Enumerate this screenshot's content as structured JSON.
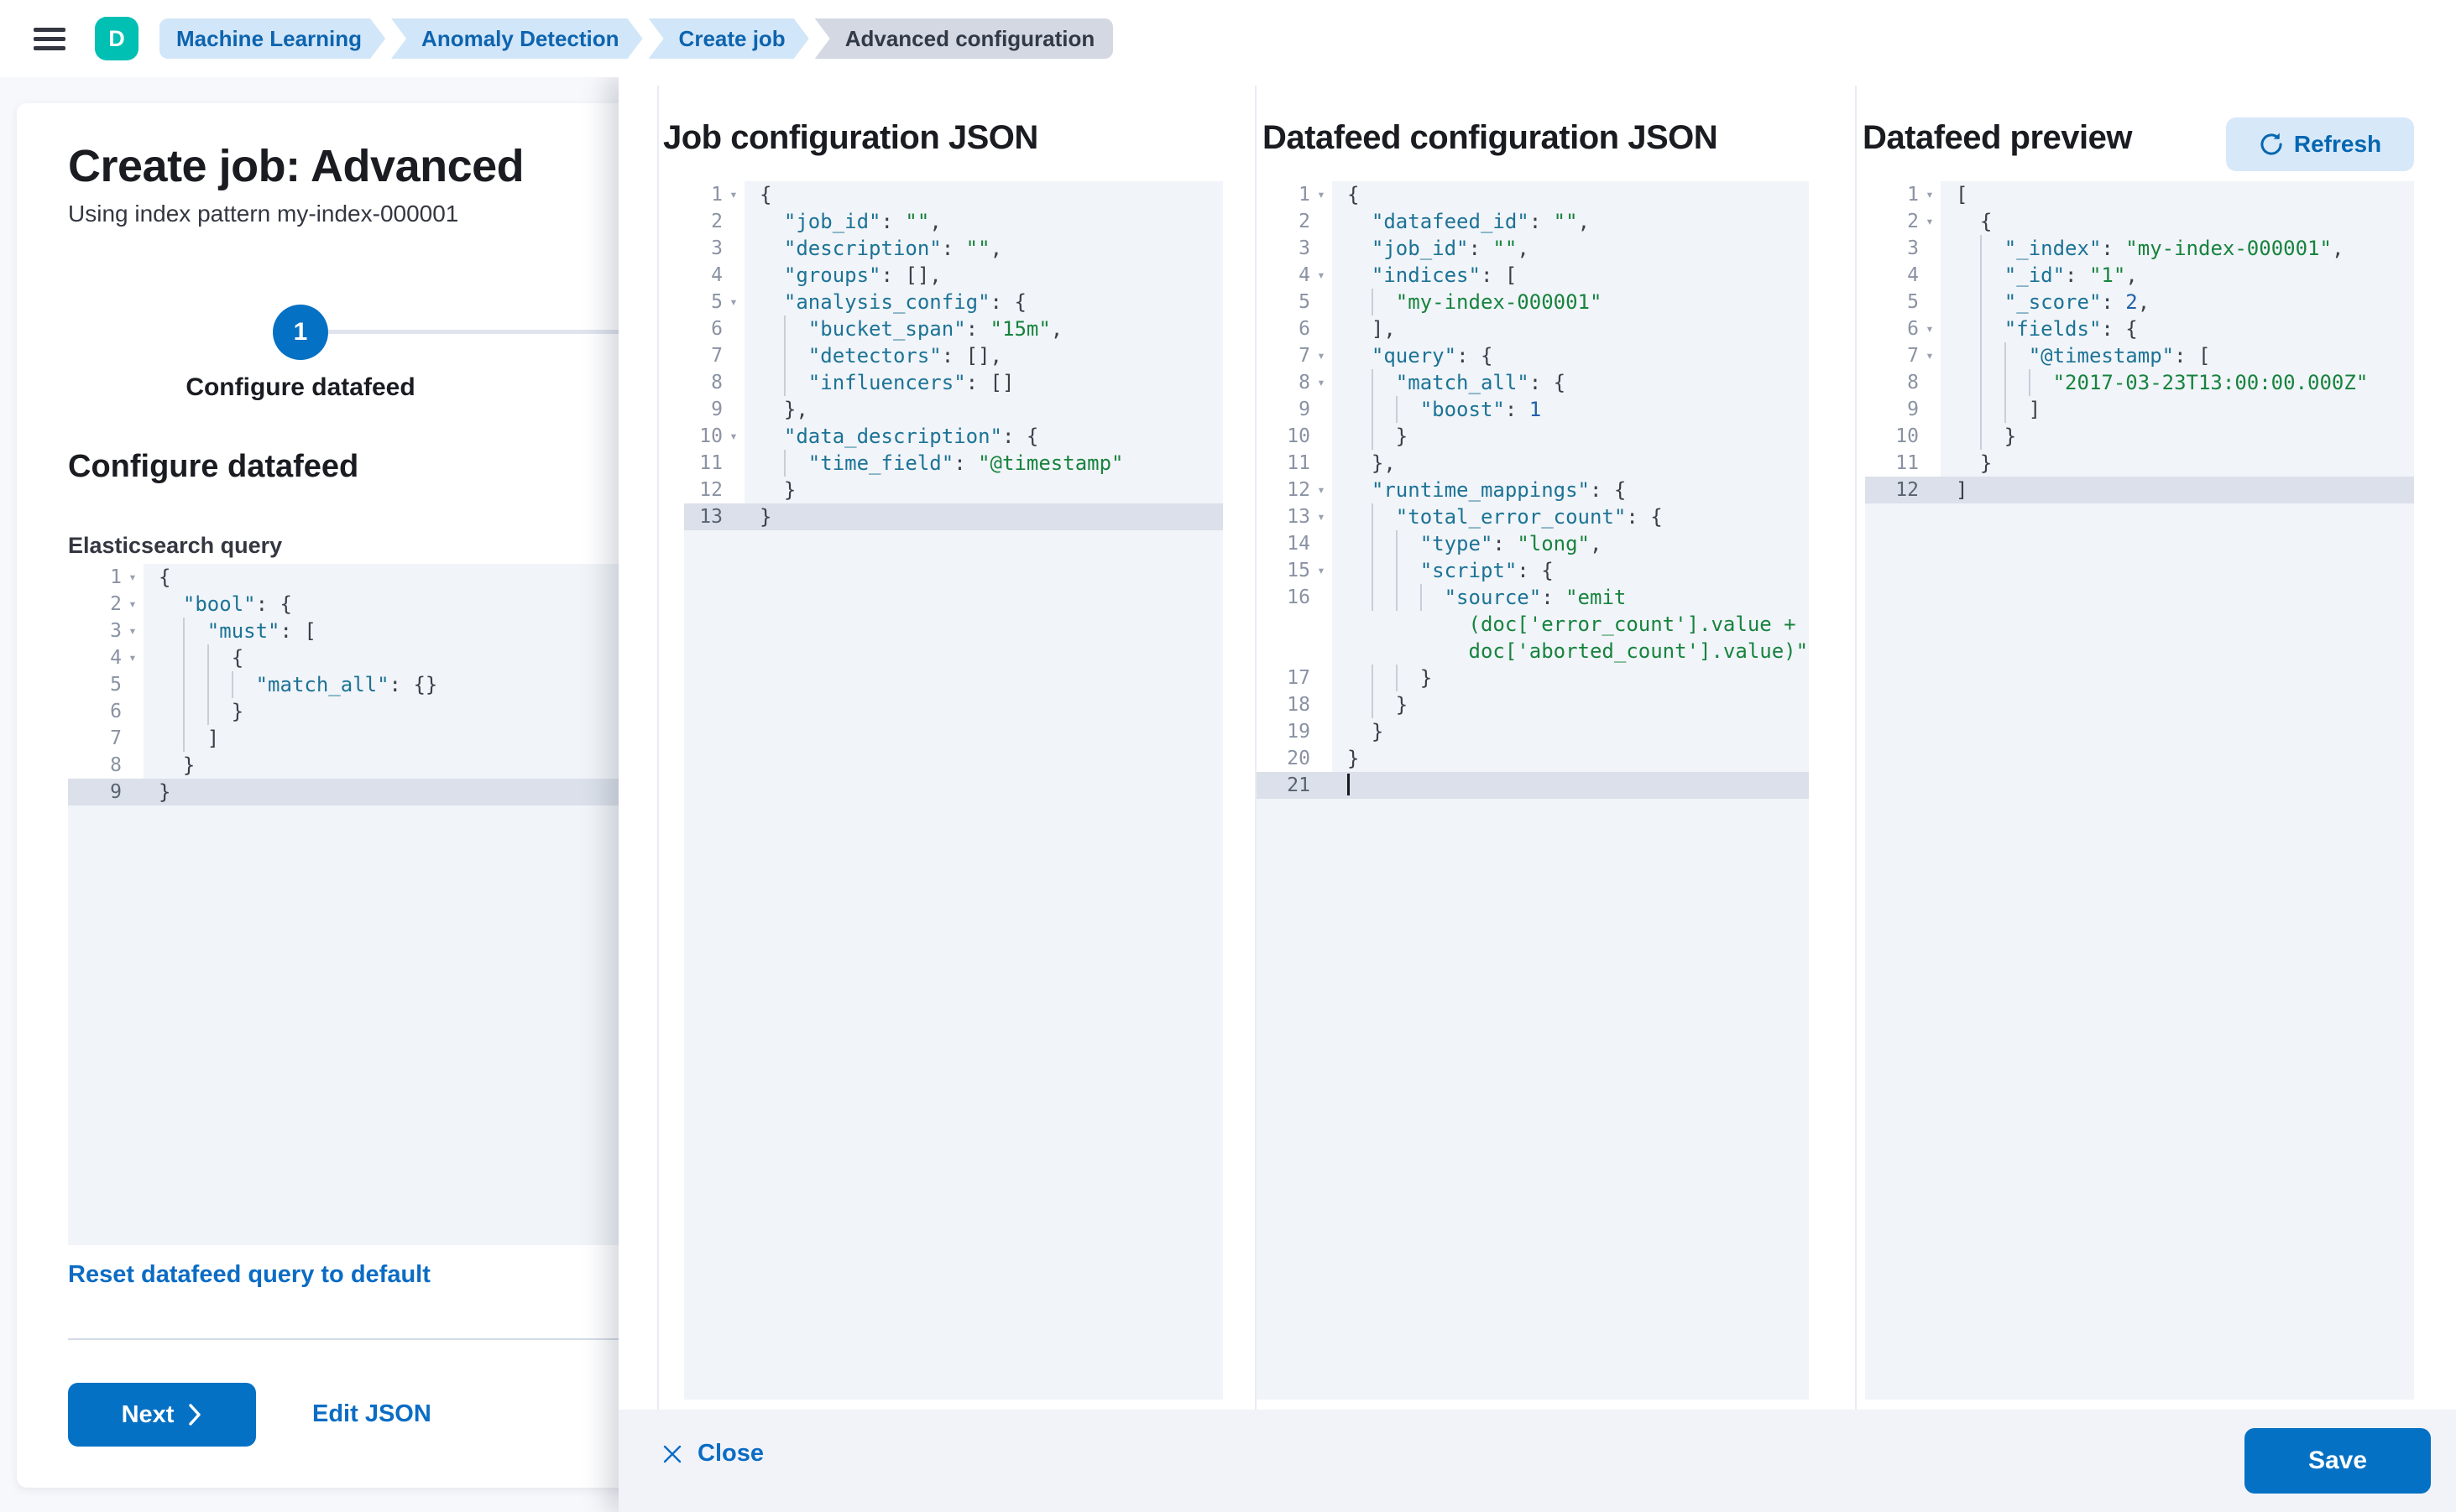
{
  "topbar": {
    "breadcrumbs": [
      {
        "label": "Machine Learning",
        "current": false
      },
      {
        "label": "Anomaly Detection",
        "current": false
      },
      {
        "label": "Create job",
        "current": false
      },
      {
        "label": "Advanced configuration",
        "current": true
      }
    ],
    "avatar_initial": "D"
  },
  "page": {
    "title": "Create job: Advanced",
    "subtitle": "Using index pattern my-index-000001",
    "step_number": "1",
    "step_label": "Configure datafeed",
    "section_heading": "Configure datafeed",
    "query_label": "Elasticsearch query",
    "reset_link": "Reset datafeed query to default",
    "next_label": "Next",
    "edit_json_label": "Edit JSON"
  },
  "flyout": {
    "panels": [
      {
        "heading": "Job configuration JSON"
      },
      {
        "heading": "Datafeed configuration JSON"
      },
      {
        "heading": "Datafeed preview",
        "refresh_label": "Refresh"
      }
    ],
    "close_label": "Close",
    "save_label": "Save"
  },
  "icons": {
    "fold": "▾",
    "menu": "hamburger-menu",
    "close": "✕",
    "refresh": "↻",
    "next_chevron": "›"
  },
  "colors": {
    "primary": "#0571c4",
    "link": "#0b6cc4",
    "avatar": "#00BFB3",
    "crumb_bg": "#d2e6f9",
    "crumb_current_bg": "#d3d8e2",
    "editor_bg": "#f1f4f8",
    "active_line": "#dbe0ea",
    "json_key": "#1c7396",
    "json_string": "#17833e",
    "json_number": "#2061a8"
  },
  "editors": {
    "query": {
      "rows": [
        {
          "n": "1",
          "fold": true,
          "active": false,
          "g": 0,
          "tokens": [
            [
              "p",
              "{"
            ]
          ]
        },
        {
          "n": "2",
          "fold": true,
          "active": false,
          "g": 0,
          "tokens": [
            [
              "p",
              "  "
            ],
            [
              "k",
              "\"bool\""
            ],
            [
              "p",
              ": {"
            ]
          ]
        },
        {
          "n": "3",
          "fold": true,
          "active": false,
          "g": 1,
          "tokens": [
            [
              "p",
              "    "
            ],
            [
              "k",
              "\"must\""
            ],
            [
              "p",
              ": ["
            ]
          ]
        },
        {
          "n": "4",
          "fold": true,
          "active": false,
          "g": 2,
          "tokens": [
            [
              "p",
              "      {"
            ]
          ]
        },
        {
          "n": "5",
          "fold": false,
          "active": false,
          "g": 3,
          "tokens": [
            [
              "p",
              "        "
            ],
            [
              "k",
              "\"match_all\""
            ],
            [
              "p",
              ": {}"
            ]
          ]
        },
        {
          "n": "6",
          "fold": false,
          "active": false,
          "g": 2,
          "tokens": [
            [
              "p",
              "      }"
            ]
          ]
        },
        {
          "n": "7",
          "fold": false,
          "active": false,
          "g": 1,
          "tokens": [
            [
              "p",
              "    ]"
            ]
          ]
        },
        {
          "n": "8",
          "fold": false,
          "active": false,
          "g": 0,
          "tokens": [
            [
              "p",
              "  }"
            ]
          ]
        },
        {
          "n": "9",
          "fold": false,
          "active": true,
          "g": 0,
          "tokens": [
            [
              "p",
              "}"
            ]
          ]
        }
      ]
    },
    "job": {
      "rows": [
        {
          "n": "1",
          "fold": true,
          "active": false,
          "g": 0,
          "tokens": [
            [
              "p",
              "{"
            ]
          ]
        },
        {
          "n": "2",
          "fold": false,
          "active": false,
          "g": 0,
          "tokens": [
            [
              "p",
              "  "
            ],
            [
              "k",
              "\"job_id\""
            ],
            [
              "p",
              ": "
            ],
            [
              "s",
              "\"\""
            ],
            [
              "p",
              ","
            ]
          ]
        },
        {
          "n": "3",
          "fold": false,
          "active": false,
          "g": 0,
          "tokens": [
            [
              "p",
              "  "
            ],
            [
              "k",
              "\"description\""
            ],
            [
              "p",
              ": "
            ],
            [
              "s",
              "\"\""
            ],
            [
              "p",
              ","
            ]
          ]
        },
        {
          "n": "4",
          "fold": false,
          "active": false,
          "g": 0,
          "tokens": [
            [
              "p",
              "  "
            ],
            [
              "k",
              "\"groups\""
            ],
            [
              "p",
              ": [],"
            ]
          ]
        },
        {
          "n": "5",
          "fold": true,
          "active": false,
          "g": 0,
          "tokens": [
            [
              "p",
              "  "
            ],
            [
              "k",
              "\"analysis_config\""
            ],
            [
              "p",
              ": {"
            ]
          ]
        },
        {
          "n": "6",
          "fold": false,
          "active": false,
          "g": 1,
          "tokens": [
            [
              "p",
              "    "
            ],
            [
              "k",
              "\"bucket_span\""
            ],
            [
              "p",
              ": "
            ],
            [
              "s",
              "\"15m\""
            ],
            [
              "p",
              ","
            ]
          ]
        },
        {
          "n": "7",
          "fold": false,
          "active": false,
          "g": 1,
          "tokens": [
            [
              "p",
              "    "
            ],
            [
              "k",
              "\"detectors\""
            ],
            [
              "p",
              ": [],"
            ]
          ]
        },
        {
          "n": "8",
          "fold": false,
          "active": false,
          "g": 1,
          "tokens": [
            [
              "p",
              "    "
            ],
            [
              "k",
              "\"influencers\""
            ],
            [
              "p",
              ": []"
            ]
          ]
        },
        {
          "n": "9",
          "fold": false,
          "active": false,
          "g": 0,
          "tokens": [
            [
              "p",
              "  },"
            ]
          ]
        },
        {
          "n": "10",
          "fold": true,
          "active": false,
          "g": 0,
          "tokens": [
            [
              "p",
              "  "
            ],
            [
              "k",
              "\"data_description\""
            ],
            [
              "p",
              ": {"
            ]
          ]
        },
        {
          "n": "11",
          "fold": false,
          "active": false,
          "g": 1,
          "tokens": [
            [
              "p",
              "    "
            ],
            [
              "k",
              "\"time_field\""
            ],
            [
              "p",
              ": "
            ],
            [
              "s",
              "\"@timestamp\""
            ]
          ]
        },
        {
          "n": "12",
          "fold": false,
          "active": false,
          "g": 0,
          "tokens": [
            [
              "p",
              "  }"
            ]
          ]
        },
        {
          "n": "13",
          "fold": false,
          "active": true,
          "g": 0,
          "tokens": [
            [
              "p",
              "}"
            ]
          ]
        }
      ]
    },
    "datafeed": {
      "rows": [
        {
          "n": "1",
          "fold": true,
          "active": false,
          "g": 0,
          "tokens": [
            [
              "p",
              "{"
            ]
          ]
        },
        {
          "n": "2",
          "fold": false,
          "active": false,
          "g": 0,
          "tokens": [
            [
              "p",
              "  "
            ],
            [
              "k",
              "\"datafeed_id\""
            ],
            [
              "p",
              ": "
            ],
            [
              "s",
              "\"\""
            ],
            [
              "p",
              ","
            ]
          ]
        },
        {
          "n": "3",
          "fold": false,
          "active": false,
          "g": 0,
          "tokens": [
            [
              "p",
              "  "
            ],
            [
              "k",
              "\"job_id\""
            ],
            [
              "p",
              ": "
            ],
            [
              "s",
              "\"\""
            ],
            [
              "p",
              ","
            ]
          ]
        },
        {
          "n": "4",
          "fold": true,
          "active": false,
          "g": 0,
          "tokens": [
            [
              "p",
              "  "
            ],
            [
              "k",
              "\"indices\""
            ],
            [
              "p",
              ": ["
            ]
          ]
        },
        {
          "n": "5",
          "fold": false,
          "active": false,
          "g": 1,
          "tokens": [
            [
              "p",
              "    "
            ],
            [
              "s",
              "\"my-index-000001\""
            ]
          ]
        },
        {
          "n": "6",
          "fold": false,
          "active": false,
          "g": 0,
          "tokens": [
            [
              "p",
              "  ],"
            ]
          ]
        },
        {
          "n": "7",
          "fold": true,
          "active": false,
          "g": 0,
          "tokens": [
            [
              "p",
              "  "
            ],
            [
              "k",
              "\"query\""
            ],
            [
              "p",
              ": {"
            ]
          ]
        },
        {
          "n": "8",
          "fold": true,
          "active": false,
          "g": 1,
          "tokens": [
            [
              "p",
              "    "
            ],
            [
              "k",
              "\"match_all\""
            ],
            [
              "p",
              ": {"
            ]
          ]
        },
        {
          "n": "9",
          "fold": false,
          "active": false,
          "g": 2,
          "tokens": [
            [
              "p",
              "      "
            ],
            [
              "k",
              "\"boost\""
            ],
            [
              "p",
              ": "
            ],
            [
              "n",
              "1"
            ]
          ]
        },
        {
          "n": "10",
          "fold": false,
          "active": false,
          "g": 1,
          "tokens": [
            [
              "p",
              "    }"
            ]
          ]
        },
        {
          "n": "11",
          "fold": false,
          "active": false,
          "g": 0,
          "tokens": [
            [
              "p",
              "  },"
            ]
          ]
        },
        {
          "n": "12",
          "fold": true,
          "active": false,
          "g": 0,
          "tokens": [
            [
              "p",
              "  "
            ],
            [
              "k",
              "\"runtime_mappings\""
            ],
            [
              "p",
              ": {"
            ]
          ]
        },
        {
          "n": "13",
          "fold": true,
          "active": false,
          "g": 1,
          "tokens": [
            [
              "p",
              "    "
            ],
            [
              "k",
              "\"total_error_count\""
            ],
            [
              "p",
              ": {"
            ]
          ]
        },
        {
          "n": "14",
          "fold": false,
          "active": false,
          "g": 2,
          "tokens": [
            [
              "p",
              "      "
            ],
            [
              "k",
              "\"type\""
            ],
            [
              "p",
              ": "
            ],
            [
              "s",
              "\"long\""
            ],
            [
              "p",
              ","
            ]
          ]
        },
        {
          "n": "15",
          "fold": true,
          "active": false,
          "g": 2,
          "tokens": [
            [
              "p",
              "      "
            ],
            [
              "k",
              "\"script\""
            ],
            [
              "p",
              ": {"
            ]
          ]
        },
        {
          "n": "16",
          "fold": false,
          "active": false,
          "g": 3,
          "tokens": [
            [
              "p",
              "        "
            ],
            [
              "k",
              "\"source\""
            ],
            [
              "p",
              ": "
            ],
            [
              "s",
              "\"emit"
            ]
          ]
        },
        {
          "n": "",
          "fold": false,
          "active": false,
          "g": 0,
          "tokens": [
            [
              "s",
              "          (doc['error_count'].value +"
            ]
          ]
        },
        {
          "n": "",
          "fold": false,
          "active": false,
          "g": 0,
          "tokens": [
            [
              "s",
              "          doc['aborted_count'].value)\""
            ]
          ]
        },
        {
          "n": "17",
          "fold": false,
          "active": false,
          "g": 2,
          "tokens": [
            [
              "p",
              "      }"
            ]
          ]
        },
        {
          "n": "18",
          "fold": false,
          "active": false,
          "g": 1,
          "tokens": [
            [
              "p",
              "    }"
            ]
          ]
        },
        {
          "n": "19",
          "fold": false,
          "active": false,
          "g": 0,
          "tokens": [
            [
              "p",
              "  }"
            ]
          ]
        },
        {
          "n": "20",
          "fold": false,
          "active": false,
          "g": 0,
          "tokens": [
            [
              "p",
              "}"
            ]
          ]
        },
        {
          "n": "21",
          "fold": false,
          "active": true,
          "cursor": true,
          "g": 0,
          "tokens": [
            [
              "p",
              ""
            ]
          ]
        }
      ]
    },
    "preview": {
      "rows": [
        {
          "n": "1",
          "fold": true,
          "active": false,
          "g": 0,
          "tokens": [
            [
              "p",
              "["
            ]
          ]
        },
        {
          "n": "2",
          "fold": true,
          "active": false,
          "g": 0,
          "tokens": [
            [
              "p",
              "  {"
            ]
          ]
        },
        {
          "n": "3",
          "fold": false,
          "active": false,
          "g": 1,
          "tokens": [
            [
              "p",
              "    "
            ],
            [
              "k",
              "\"_index\""
            ],
            [
              "p",
              ": "
            ],
            [
              "s",
              "\"my-index-000001\""
            ],
            [
              "p",
              ","
            ]
          ]
        },
        {
          "n": "4",
          "fold": false,
          "active": false,
          "g": 1,
          "tokens": [
            [
              "p",
              "    "
            ],
            [
              "k",
              "\"_id\""
            ],
            [
              "p",
              ": "
            ],
            [
              "s",
              "\"1\""
            ],
            [
              "p",
              ","
            ]
          ]
        },
        {
          "n": "5",
          "fold": false,
          "active": false,
          "g": 1,
          "tokens": [
            [
              "p",
              "    "
            ],
            [
              "k",
              "\"_score\""
            ],
            [
              "p",
              ": "
            ],
            [
              "n",
              "2"
            ],
            [
              "p",
              ","
            ]
          ]
        },
        {
          "n": "6",
          "fold": true,
          "active": false,
          "g": 1,
          "tokens": [
            [
              "p",
              "    "
            ],
            [
              "k",
              "\"fields\""
            ],
            [
              "p",
              ": {"
            ]
          ]
        },
        {
          "n": "7",
          "fold": true,
          "active": false,
          "g": 2,
          "tokens": [
            [
              "p",
              "      "
            ],
            [
              "k",
              "\"@timestamp\""
            ],
            [
              "p",
              ": ["
            ]
          ]
        },
        {
          "n": "8",
          "fold": false,
          "active": false,
          "g": 3,
          "tokens": [
            [
              "p",
              "        "
            ],
            [
              "s",
              "\"2017-03-23T13:00:00.000Z\""
            ]
          ]
        },
        {
          "n": "9",
          "fold": false,
          "active": false,
          "g": 2,
          "tokens": [
            [
              "p",
              "      ]"
            ]
          ]
        },
        {
          "n": "10",
          "fold": false,
          "active": false,
          "g": 1,
          "tokens": [
            [
              "p",
              "    }"
            ]
          ]
        },
        {
          "n": "11",
          "fold": false,
          "active": false,
          "g": 0,
          "tokens": [
            [
              "p",
              "  }"
            ]
          ]
        },
        {
          "n": "12",
          "fold": false,
          "active": true,
          "g": 0,
          "tokens": [
            [
              "p",
              "]"
            ]
          ]
        }
      ]
    }
  }
}
